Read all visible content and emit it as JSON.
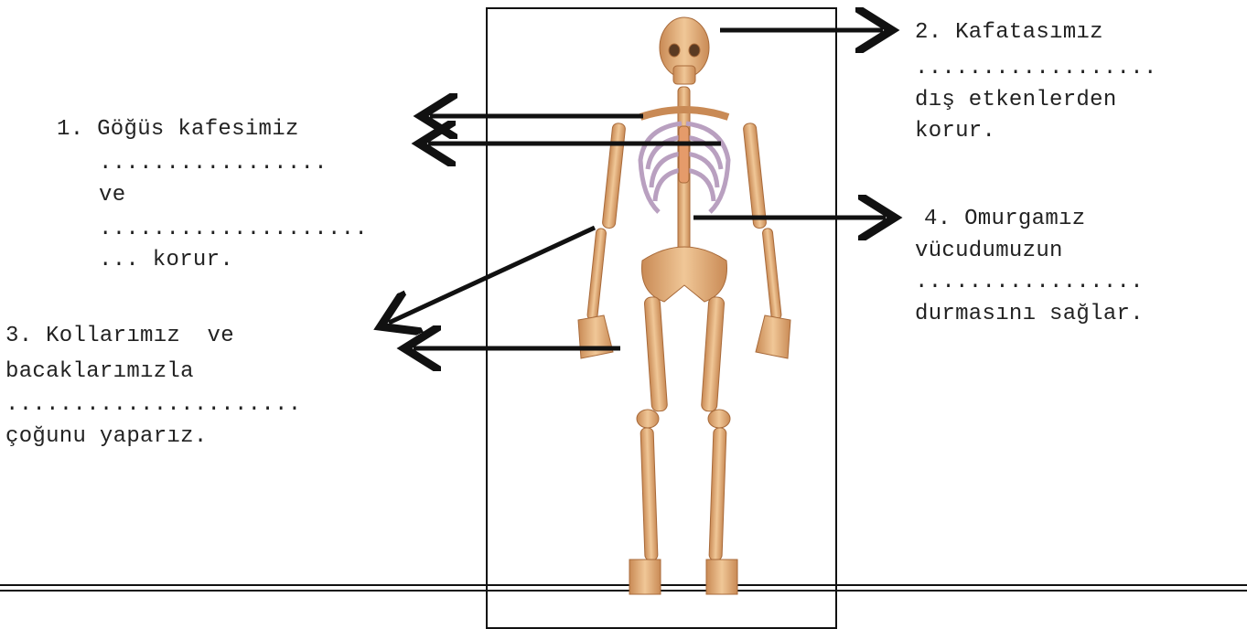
{
  "labels": {
    "item1": {
      "line1": "1. Göğüs kafesimiz",
      "line2": ".................",
      "line3": "ve",
      "line4": "....................",
      "line5": "... korur."
    },
    "item2": {
      "line1": "2. Kafatasımız",
      "line2": "..................",
      "line3": "dış etkenlerden",
      "line4": "korur."
    },
    "item3": {
      "line1": "3. Kollarımız  ve",
      "line2": "bacaklarımızla",
      "line3": "......................",
      "line4": "çoğunu yaparız."
    },
    "item4": {
      "line1": "4. Omurgamız",
      "line2": "vücudumuzun",
      "line3": ".................",
      "line4": "durmasını sağlar."
    }
  },
  "colors": {
    "bone": "#e8b98a",
    "bone_shadow": "#c58552",
    "rib": "#b9a0c0",
    "arrow": "#111111"
  }
}
